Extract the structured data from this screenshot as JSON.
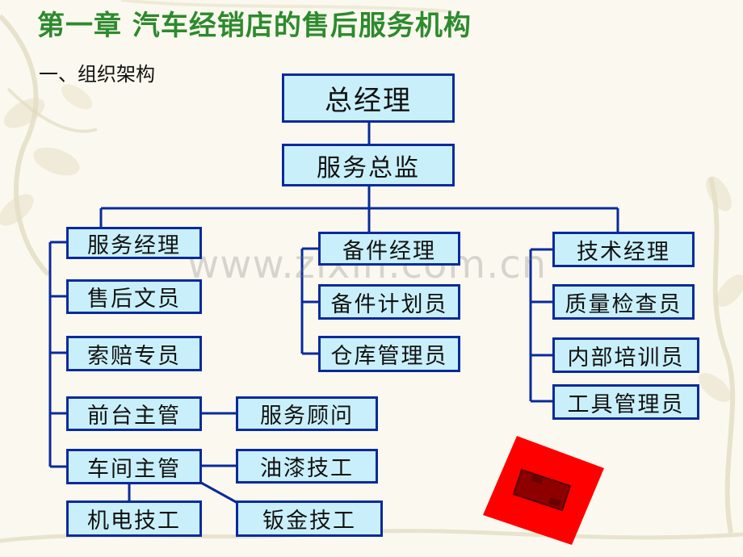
{
  "title": "第一章  汽车经销店的售后服务机构",
  "subtitle": "一、组织架构",
  "watermark": "www.zixin.com.cn",
  "colors": {
    "box_fill": "#c9f0fa",
    "box_border": "#0a2a9c",
    "title": "#2d8a2d",
    "stamp": "#ff0000"
  },
  "org": {
    "gm": "总经理",
    "director": "服务总监",
    "service_manager": "服务经理",
    "after_sales_clerk": "售后文员",
    "claims_specialist": "索赔专员",
    "front_desk_supervisor": "前台主管",
    "service_advisor": "服务顾问",
    "workshop_supervisor": "车间主管",
    "painter": "油漆技工",
    "electromechanical_tech": "机电技工",
    "sheet_metal_tech": "钣金技工",
    "parts_manager": "备件经理",
    "parts_planner": "备件计划员",
    "warehouse_admin": "仓库管理员",
    "tech_manager": "技术经理",
    "quality_inspector": "质量检查员",
    "internal_trainer": "内部培训员",
    "tool_admin": "工具管理员"
  }
}
